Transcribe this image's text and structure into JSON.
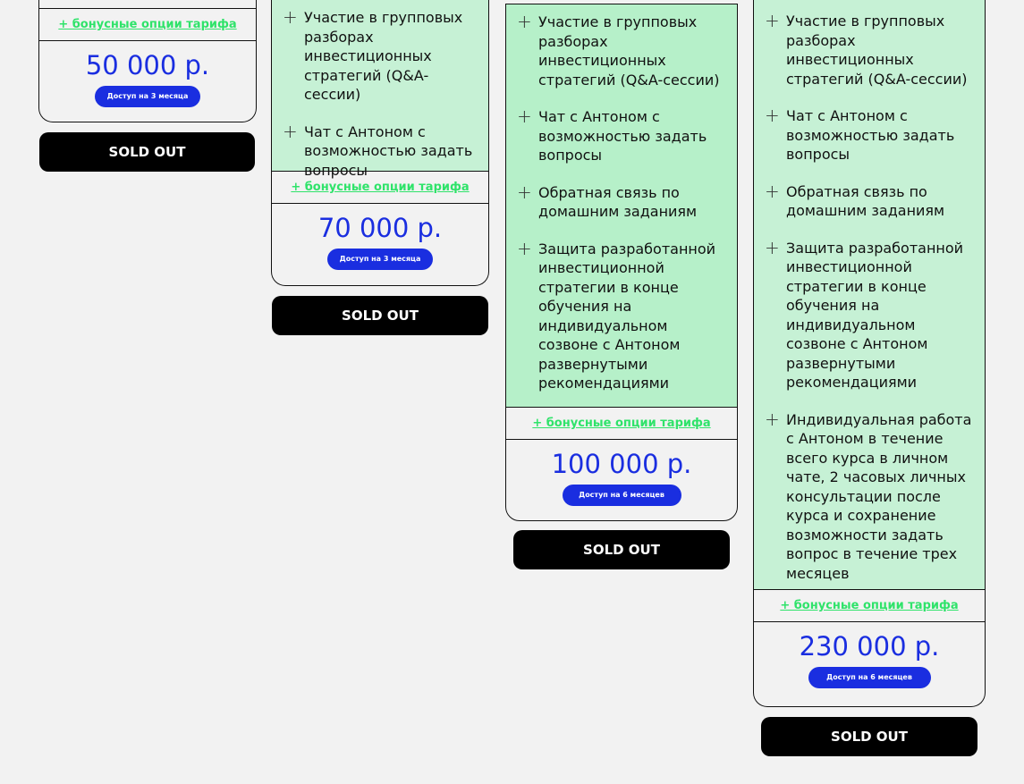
{
  "bonus_label": "+ бонусные опции тарифа",
  "sold_out": "SOLD OUT",
  "plans": [
    {
      "price": "50 000 р.",
      "access": "Доступ на 3 месяца",
      "features": []
    },
    {
      "price": "70 000 р.",
      "access": "Доступ на 3 месяца",
      "features": [
        "Участие в групповых разборах инвестиционных стратегий (Q&A-сессии)",
        "Чат с Антоном с возможностью задать вопросы"
      ]
    },
    {
      "price": "100 000 р.",
      "access": "Доступ на 6 месяцев",
      "features": [
        "Участие в групповых разборах инвестиционных стратегий (Q&A-сессии)",
        "Чат с Антоном с возможностью задать вопросы",
        "Обратная связь по домашним заданиям",
        "Защита разработанной инвестиционной стратегии в конце обучения на индивидуальном созвоне с Антоном развернутыми рекомендациями"
      ]
    },
    {
      "price": "230 000 р.",
      "access": "Доступ на 6 месяцев",
      "features": [
        "Участие в групповых разборах инвестиционных стратегий (Q&A-сессии)",
        "Чат с Антоном с возможностью задать вопросы",
        "Обратная связь по домашним заданиям",
        "Защита разработанной инвестиционной стратегии в конце обучения на индивидуальном созвоне с Антоном развернутыми рекомендациями",
        "Индивидуальная работа с Антоном в течение всего курса в личном чате, 2 часовых личных консультации после курса и сохранение возможности задать вопрос в течение трех месяцев"
      ]
    }
  ]
}
